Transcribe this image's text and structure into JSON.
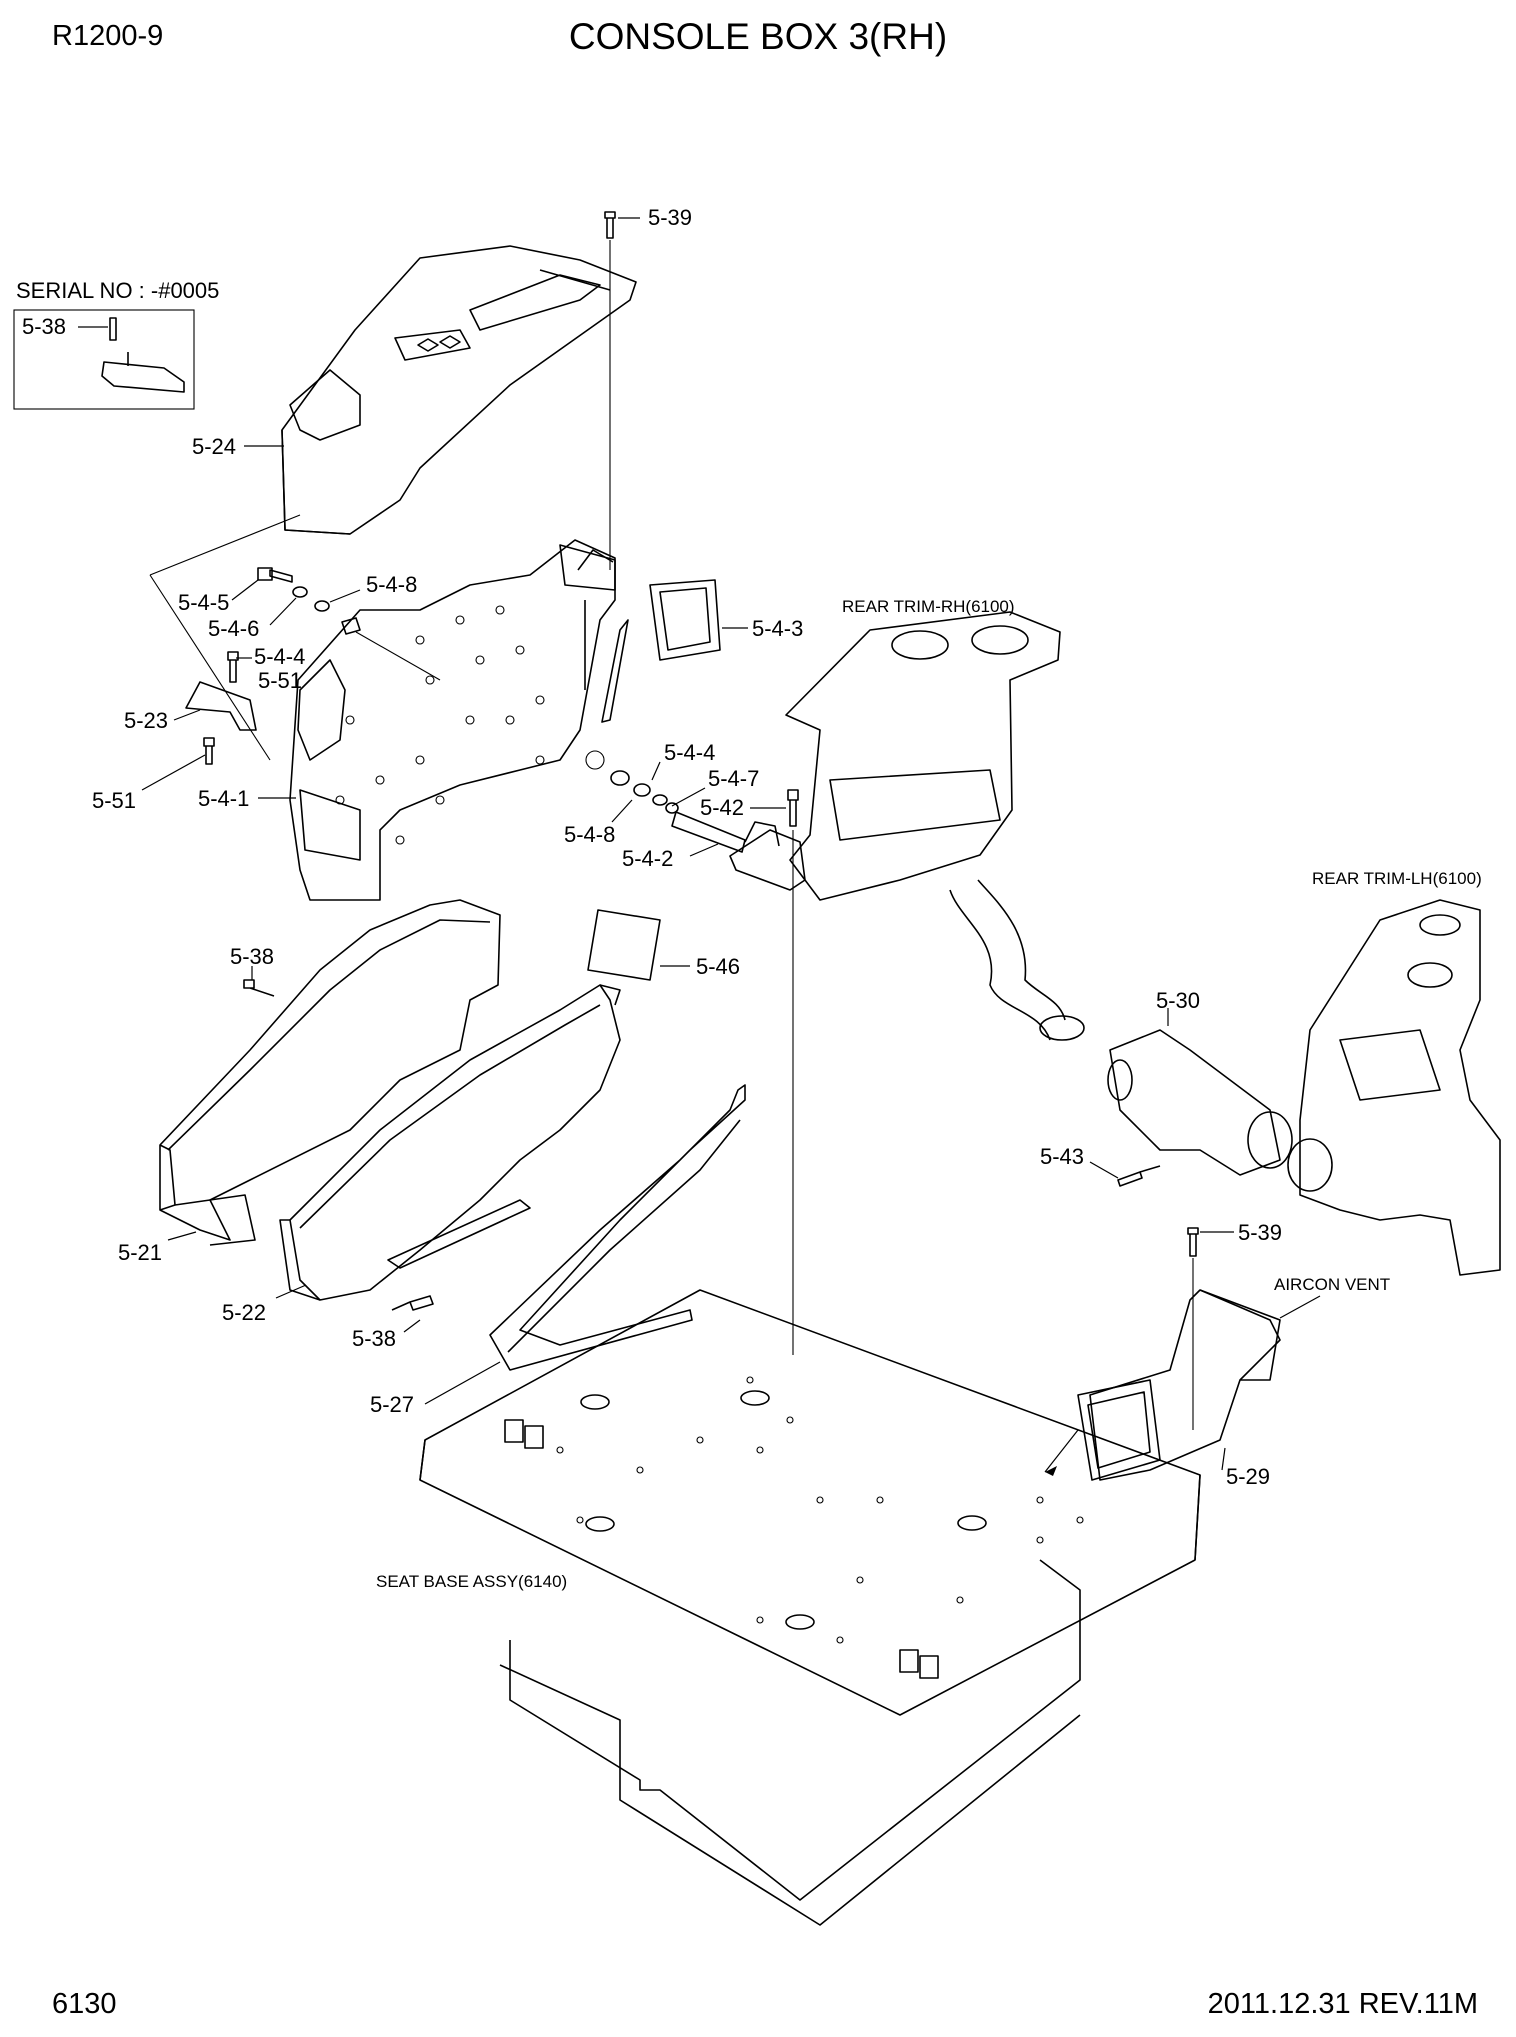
{
  "header": {
    "model": "R1200-9",
    "title": "CONSOLE BOX 3(RH)"
  },
  "footer": {
    "page_number": "6130",
    "revision": "2011.12.31  REV.11M"
  },
  "serial_note": {
    "text": "SERIAL NO : -#0005",
    "part": "5-38"
  },
  "part_labels": {
    "p539_top": "5-39",
    "p524": "5-24",
    "p545": "5-4-5",
    "p546": "5-4-6",
    "p548_top": "5-4-8",
    "p544_top": "5-4-4",
    "p551_top": "5-51",
    "p523": "5-23",
    "p551_bottom": "5-51",
    "p541": "5-4-1",
    "p543": "5-4-3",
    "p544_mid": "5-4-4",
    "p547": "5-4-7",
    "p542": "5-42",
    "p548_mid": "5-4-8",
    "p542_pin": "5-4-2",
    "p538_left": "5-38",
    "p546_pad": "5-46",
    "p521": "5-21",
    "p522": "5-22",
    "p538_bottom": "5-38",
    "p527": "5-27",
    "p530": "5-30",
    "p543_bolt": "5-43",
    "p539_right": "5-39",
    "p529": "5-29"
  },
  "reference_notes": {
    "rear_trim_rh": "REAR TRIM-RH(6100)",
    "rear_trim_lh": "REAR TRIM-LH(6100)",
    "aircon_vent": "AIRCON VENT",
    "seat_base": "SEAT BASE ASSY(6140)"
  }
}
